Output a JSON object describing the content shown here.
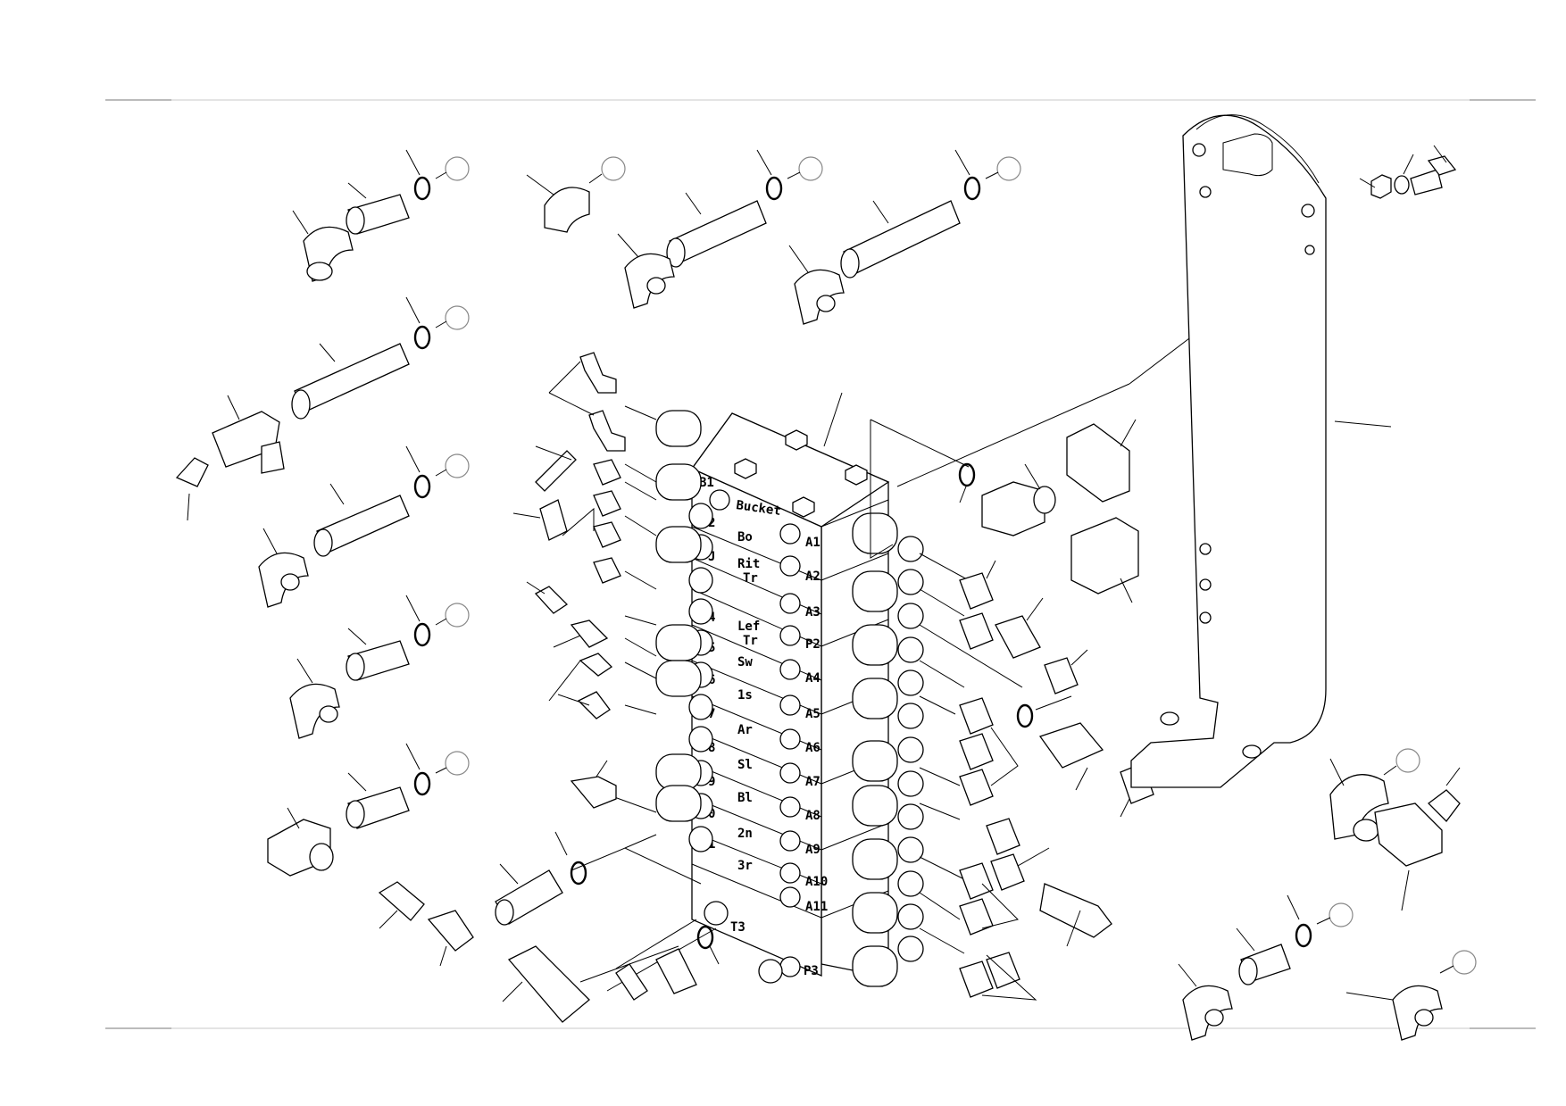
{
  "diagram": {
    "block_labels": {
      "b1": "B1",
      "j2": "2",
      "j3": "J",
      "j4": "4",
      "j5": "5",
      "j6": "6",
      "j7": "7",
      "j8": "8",
      "j9": "9",
      "j10": "0",
      "j11": "1",
      "bucket": "Bucket",
      "boom": "Bo",
      "rit": "Rit",
      "tr1": "Tr",
      "left": "Lef",
      "tr2": "Tr",
      "swing": "Sw",
      "first": "1s",
      "arm": "Ar",
      "sl": "Sl",
      "bl": "Bl",
      "second": "2n",
      "third": "3r",
      "t3": "T3"
    },
    "port_labels": [
      "A1",
      "A2",
      "A3",
      "P2",
      "A4",
      "A5",
      "A6",
      "A7",
      "A8",
      "A9",
      "A10",
      "A11"
    ],
    "p3": "P3"
  }
}
